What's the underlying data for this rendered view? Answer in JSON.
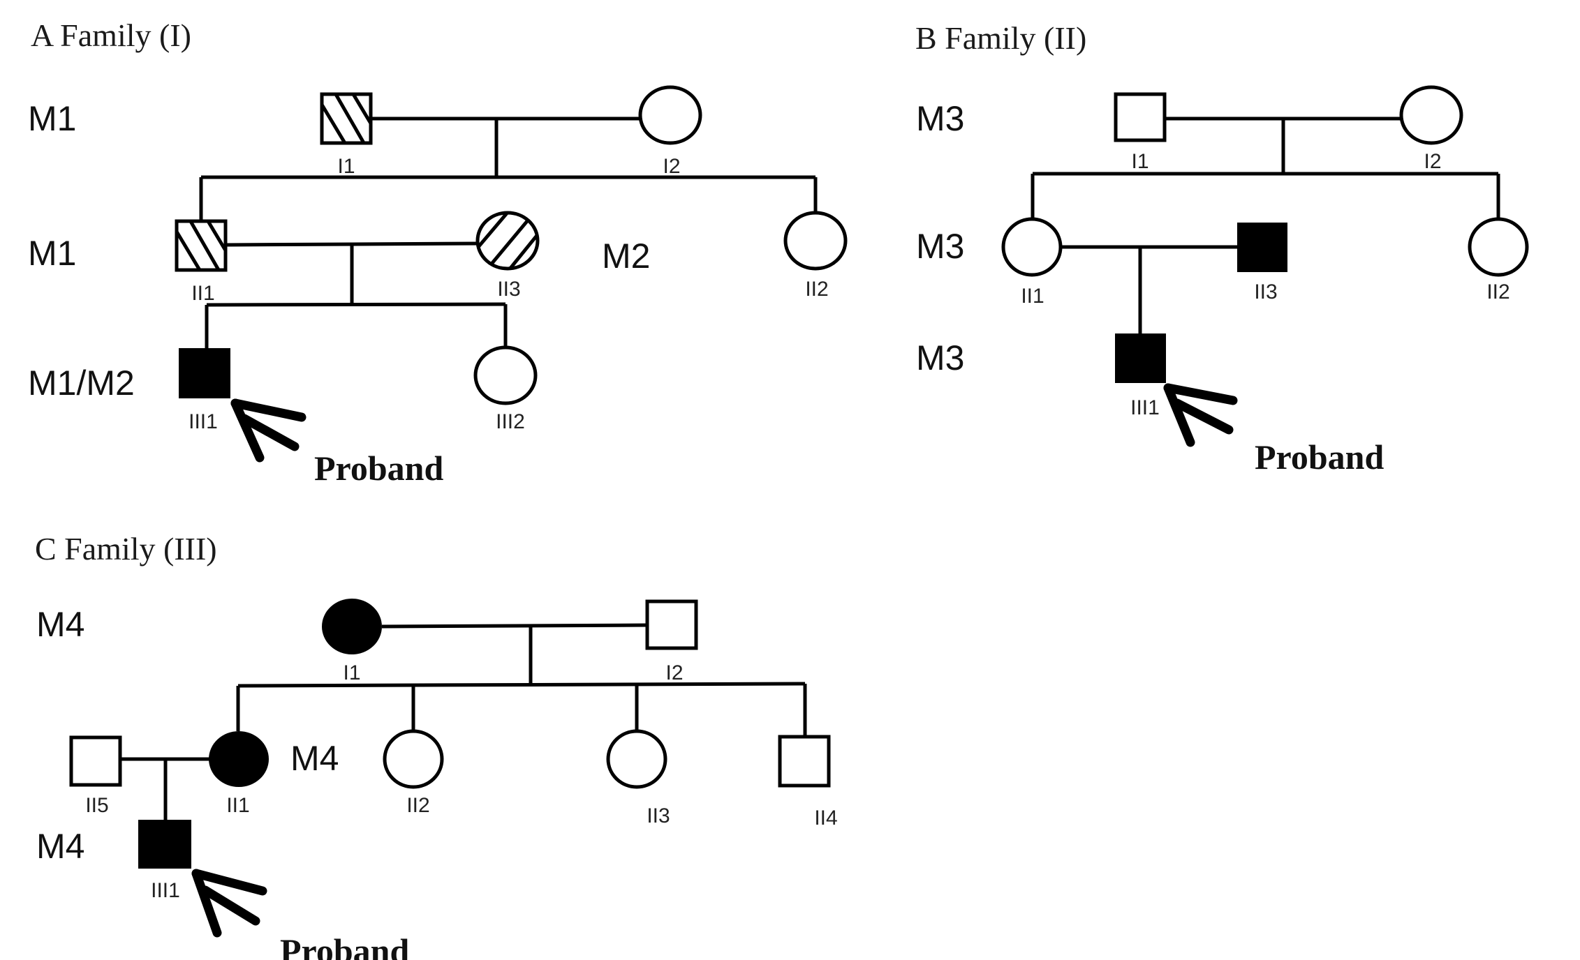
{
  "figure": {
    "panels": [
      {
        "key": "A",
        "title": "A  Family (I)",
        "generation_labels": [
          "M1",
          "M1",
          "M2",
          "M1/M2"
        ],
        "individuals": [
          {
            "id": "I1",
            "sex": "male",
            "status": "carrier-hatched"
          },
          {
            "id": "I2",
            "sex": "female",
            "status": "unaffected"
          },
          {
            "id": "II1",
            "sex": "male",
            "status": "carrier-hatched"
          },
          {
            "id": "II3",
            "sex": "female",
            "status": "carrier-hatched"
          },
          {
            "id": "II2",
            "sex": "female",
            "status": "unaffected"
          },
          {
            "id": "III1",
            "sex": "male",
            "status": "affected",
            "proband": true
          },
          {
            "id": "III2",
            "sex": "female",
            "status": "unaffected"
          }
        ],
        "proband_label": "Proband"
      },
      {
        "key": "B",
        "title": "B  Family (II)",
        "generation_labels": [
          "M3",
          "M3",
          "M3"
        ],
        "individuals": [
          {
            "id": "I1",
            "sex": "male",
            "status": "unaffected"
          },
          {
            "id": "I2",
            "sex": "female",
            "status": "unaffected"
          },
          {
            "id": "II1",
            "sex": "female",
            "status": "unaffected"
          },
          {
            "id": "II3",
            "sex": "male",
            "status": "affected"
          },
          {
            "id": "II2",
            "sex": "female",
            "status": "unaffected"
          },
          {
            "id": "III1",
            "sex": "male",
            "status": "affected",
            "proband": true
          }
        ],
        "proband_label": "Proband"
      },
      {
        "key": "C",
        "title": "C  Family (III)",
        "generation_labels": [
          "M4",
          "M4",
          "M4"
        ],
        "individuals": [
          {
            "id": "I1",
            "sex": "female",
            "status": "affected"
          },
          {
            "id": "I2",
            "sex": "male",
            "status": "unaffected"
          },
          {
            "id": "II5",
            "sex": "male",
            "status": "unaffected"
          },
          {
            "id": "II1",
            "sex": "female",
            "status": "affected"
          },
          {
            "id": "II2",
            "sex": "female",
            "status": "unaffected"
          },
          {
            "id": "II3",
            "sex": "female",
            "status": "unaffected"
          },
          {
            "id": "II4",
            "sex": "male",
            "status": "unaffected"
          },
          {
            "id": "III1",
            "sex": "male",
            "status": "affected",
            "proband": true
          }
        ],
        "proband_label": "Proband"
      }
    ]
  }
}
